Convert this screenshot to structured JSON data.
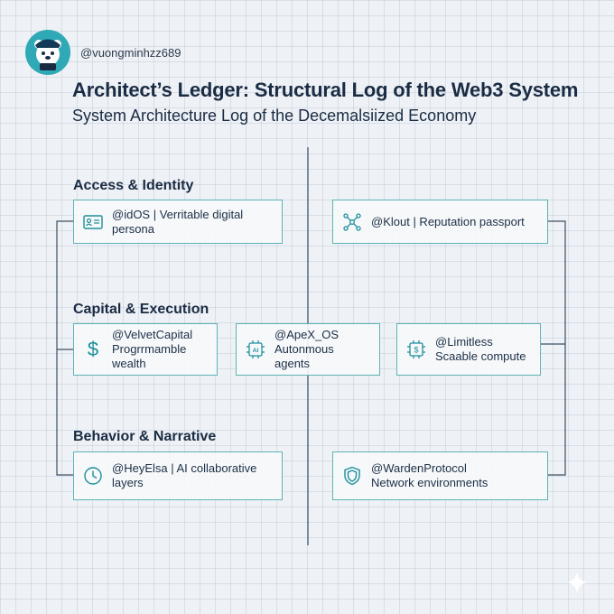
{
  "header": {
    "handle": "@vuongminhzz689",
    "title": "Architect’s Ledger: Structural Log of the Web3 System",
    "subtitle": "System Architecture Log of the Decemalsiized Economy"
  },
  "sections": {
    "access": "Access & Identity",
    "capital": "Capital & Execution",
    "behavior": "Behavior & Narrative"
  },
  "nodes": {
    "idos": {
      "text": "@idOS | Verritable digital persona",
      "icon": "id-card-icon"
    },
    "klout": {
      "text": "@Klout | Reputation passport",
      "icon": "network-icon"
    },
    "velvet": {
      "line1": "@VelvetCapital",
      "line2": "Progrrmamble wealth",
      "icon": "dollar-icon"
    },
    "apex": {
      "line1": "@ApeX_OS",
      "line2": "Autonmous agents",
      "icon": "ai-chip-icon"
    },
    "limitless": {
      "line1": "@Limitless",
      "line2": "Scaable compute",
      "icon": "dollar-chip-icon"
    },
    "heyelsa": {
      "line1": "@HeyElsa | AI collaborative",
      "line2": "layers",
      "icon": "clock-icon"
    },
    "warden": {
      "line1": "@WardenProtocol",
      "line2": "Network environments",
      "icon": "shield-icon"
    }
  },
  "colors": {
    "accent": "#5fb3b8",
    "ink": "#1a2c44",
    "line": "#3d4f63",
    "background": "#eef1f5"
  }
}
